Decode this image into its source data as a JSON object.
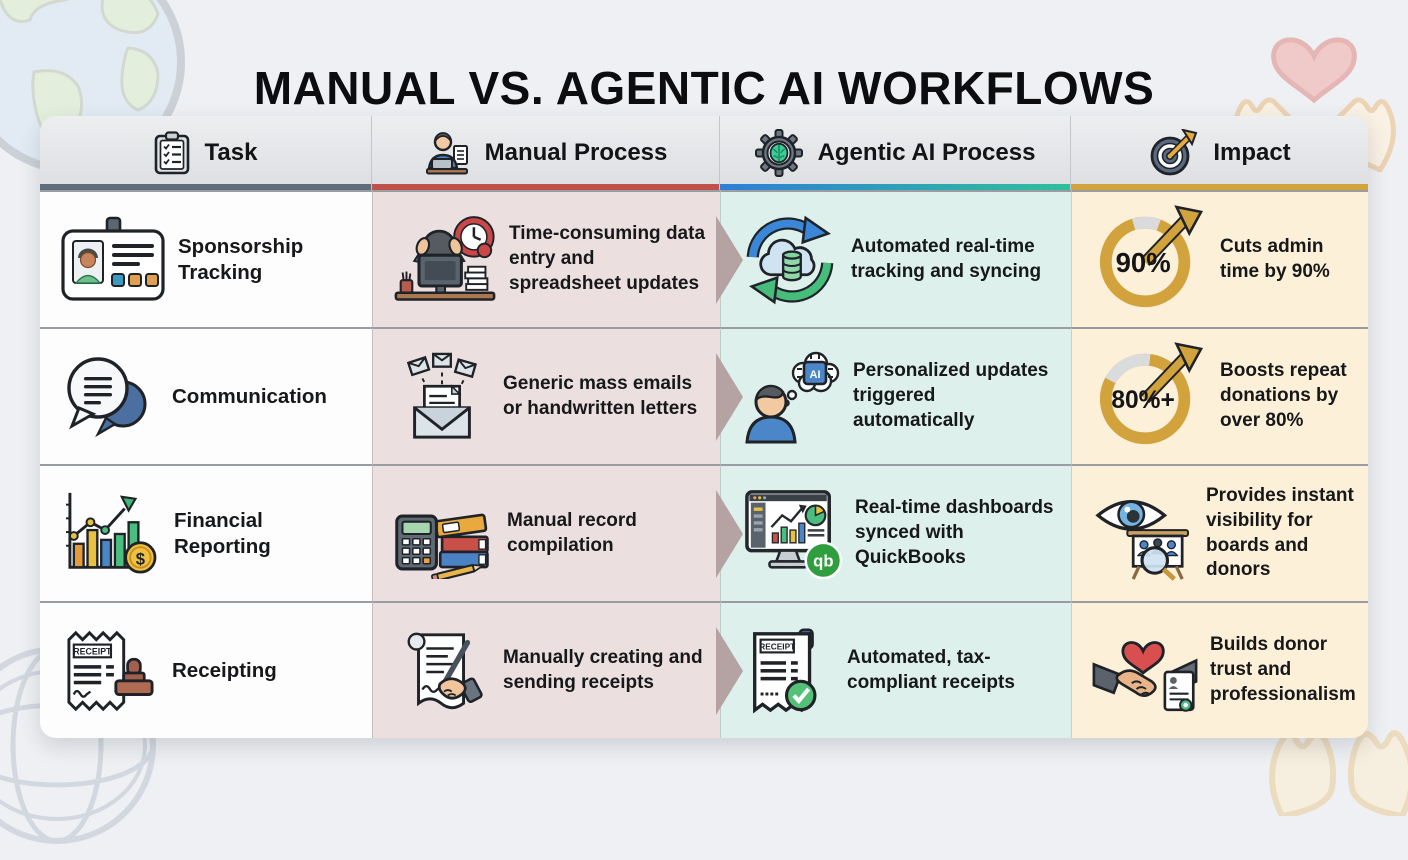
{
  "title": "MANUAL VS. AGENTIC AI WORKFLOWS",
  "colors": {
    "page_bg": "#eef0f3",
    "task_col_bg": "#fdfdfd",
    "manual_col_bg": "#ecdfe0",
    "agentic_col_bg": "#def0ec",
    "impact_col_bg": "#fdf0d9",
    "header_bg": "#e4e6e8",
    "task_accent": "#5d6d7c",
    "manual_accent": "#c0504a",
    "agentic_accent_start": "#2e7fd6",
    "agentic_accent_end": "#2fbf9c",
    "impact_accent": "#d2a33d",
    "flow_arrow": "#b5a2a3",
    "ring_gold": "#d2a33d",
    "quickbooks_green": "#2f9e3f",
    "text": "#17181a"
  },
  "table": {
    "headers": [
      {
        "label": "Task",
        "icon": "clipboard-icon"
      },
      {
        "label": "Manual Process",
        "icon": "manual-worker-icon"
      },
      {
        "label": "Agentic AI Process",
        "icon": "gear-brain-icon"
      },
      {
        "label": "Impact",
        "icon": "target-arrow-icon"
      }
    ],
    "rows": [
      {
        "task": "Sponsorship Tracking",
        "task_icon": "id-badge-icon",
        "manual": "Time-consuming data entry and spreadsheet updates",
        "manual_icon": "stressed-worker-icon",
        "agentic": "Automated real-time tracking and syncing",
        "agentic_icon": "cloud-sync-icon",
        "impact": "Cuts admin time by 90%",
        "impact_icon": "progress-ring-icon",
        "impact_value": "90%"
      },
      {
        "task": "Communication",
        "task_icon": "speech-bubbles-icon",
        "manual": "Generic mass emails or handwritten letters",
        "manual_icon": "mass-mail-icon",
        "agentic": "Personalized updates triggered automatically",
        "agentic_icon": "ai-person-icon",
        "impact": "Boosts repeat donations by over 80%",
        "impact_icon": "progress-ring-icon",
        "impact_value": "80%+"
      },
      {
        "task": "Financial Reporting",
        "task_icon": "finance-chart-icon",
        "manual": "Manual record compilation",
        "manual_icon": "books-calculator-icon",
        "agentic": "Real-time dashboards synced with QuickBooks",
        "agentic_icon": "dashboard-quickbooks-icon",
        "impact": "Provides instant visibility for boards and donors",
        "impact_icon": "eye-visibility-icon"
      },
      {
        "task": "Receipting",
        "task_icon": "receipt-stamp-icon",
        "manual": "Manually creating and sending receipts",
        "manual_icon": "hand-signing-icon",
        "agentic": "Automated, tax-compliant receipts",
        "agentic_icon": "receipt-check-icon",
        "impact": "Builds donor trust and professionalism",
        "impact_icon": "handshake-heart-icon"
      }
    ]
  },
  "icon_text": {
    "receipt": "RECEIPT",
    "ai": "AI",
    "qb": "qb",
    "dollar": "$"
  }
}
